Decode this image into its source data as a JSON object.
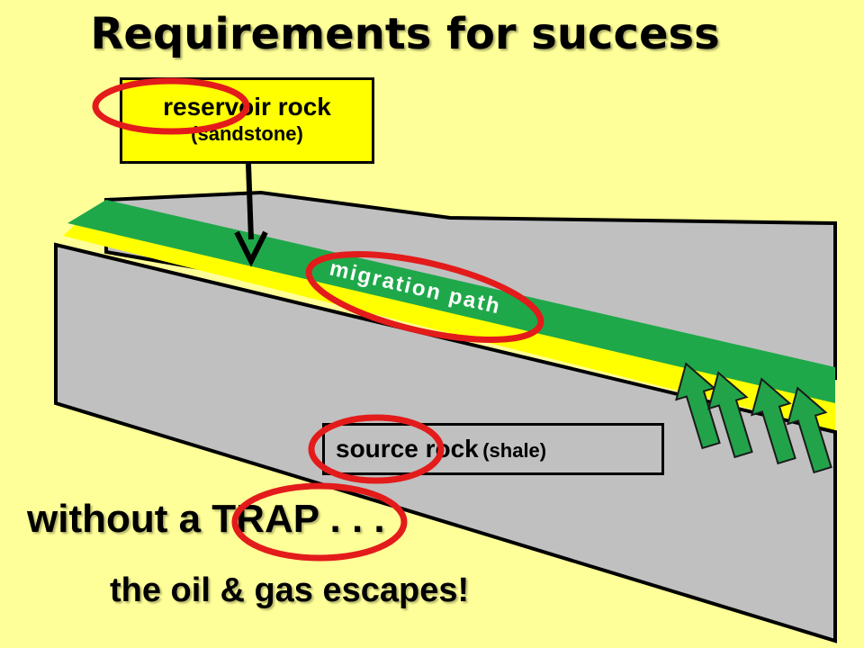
{
  "title": "Requirements for success",
  "reservoir": {
    "label_line1": "reservoir rock",
    "label_line2": "(sandstone)"
  },
  "migration": {
    "label": "migration path"
  },
  "source": {
    "label_main": "source rock",
    "label_sub": "(shale)"
  },
  "caption": {
    "line1": "without a TRAP . . .",
    "line2": "the oil & gas escapes!"
  },
  "colors": {
    "background": "#FFFF99",
    "rock": "#C0C0C0",
    "green_layer": "#1FA84A",
    "yellow_layer": "#FFFF00",
    "highlight_ring": "#E31B1B",
    "arrow_fill": "#22A34A"
  }
}
